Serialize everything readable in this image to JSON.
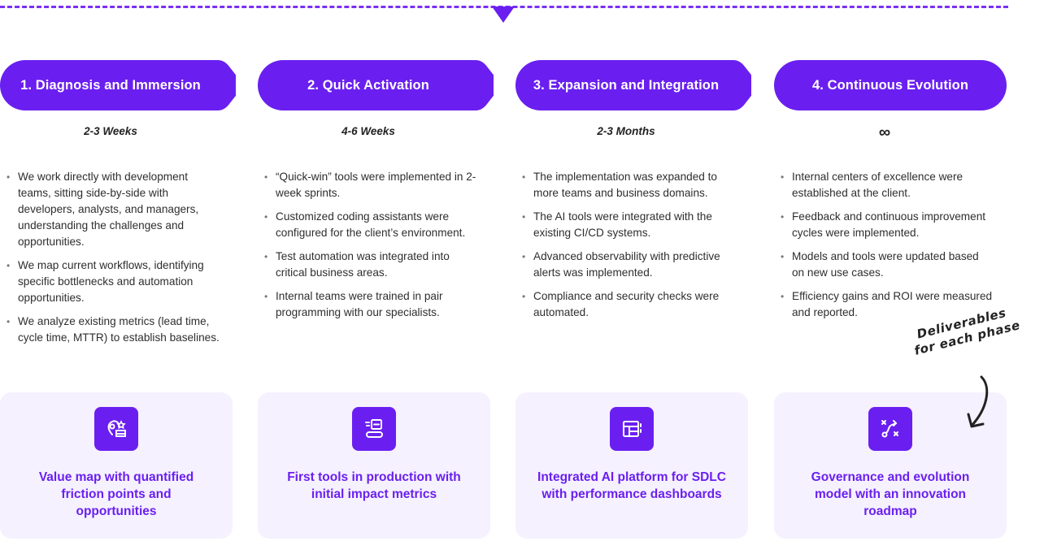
{
  "phases": [
    {
      "title": "1. Diagnosis and Immersion",
      "duration": "2-3  Weeks",
      "bullets": [
        "We work directly with development teams, sitting side-by-side with developers, analysts, and managers, understanding the challenges and opportunities.",
        "We map current workflows, identifying specific bottlenecks and automation opportunities.",
        "We analyze existing metrics (lead time, cycle time, MTTR) to establish baselines."
      ],
      "deliverable": "Value map with quantified friction points and opportunities",
      "icon": "map-pin-star-icon"
    },
    {
      "title": "2. Quick Activation",
      "duration": "4-6  Weeks",
      "bullets": [
        "“Quick-win” tools were implemented in 2-week sprints.",
        "Customized coding assistants were configured for the client’s environment.",
        "Test automation was integrated into critical business areas.",
        "Internal teams were trained in pair programming with our specialists."
      ],
      "deliverable": "First tools in production with initial impact metrics",
      "icon": "deploy-tool-icon"
    },
    {
      "title": "3. Expansion and Integration",
      "duration": "2-3  Months",
      "bullets": [
        "The implementation was expanded to more teams and business domains.",
        "The AI tools were integrated with the existing CI/CD systems.",
        "Advanced observability with predictive alerts was implemented.",
        "Compliance and security checks were automated."
      ],
      "deliverable": "Integrated AI platform for SDLC with performance dashboards",
      "icon": "dashboard-icon"
    },
    {
      "title": "4. Continuous Evolution",
      "duration": "∞",
      "bullets": [
        "Internal centers of excellence were established at the client.",
        "Feedback and continuous improvement cycles were implemented.",
        "Models and tools were updated based on new use cases.",
        "Efficiency gains and ROI were measured and reported."
      ],
      "deliverable": "Governance and evolution model with an innovation roadmap",
      "icon": "route-icon"
    }
  ],
  "annotation": {
    "line1": "Deliverables",
    "line2": "for each phase"
  },
  "colors": {
    "accent": "#6a1ff0",
    "card_bg": "#f5f1fe"
  }
}
